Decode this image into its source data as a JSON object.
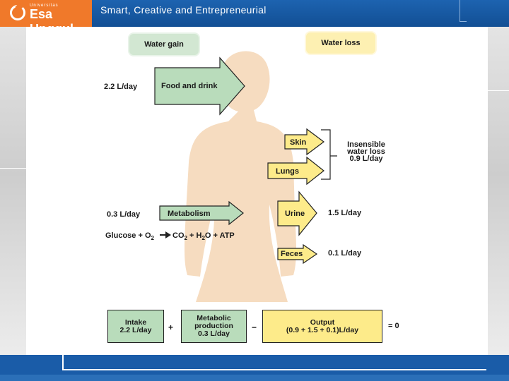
{
  "header": {
    "logo_small": "Universitas",
    "logo": "Esa Unggul",
    "tagline": "Smart, Creative and Entrepreneurial"
  },
  "diagram": {
    "water_gain": "Water gain",
    "water_loss": "Water loss",
    "food_rate": "2.2 L/day",
    "food_drink": "Food and drink",
    "skin": "Skin",
    "lungs": "Lungs",
    "insensible": [
      "Insensible",
      "water loss",
      "0.9 L/day"
    ],
    "metabolism_rate": "0.3 L/day",
    "metabolism": "Metabolism",
    "reaction": {
      "glucose": "Glucose + O",
      "sub2": "2",
      "co": "CO",
      "h": " + H",
      "o_atp": "O + ATP"
    },
    "urine": "Urine",
    "urine_rate": "1.5 L/day",
    "feces": "Feces",
    "feces_rate": "0.1 L/day",
    "equation": {
      "intake": [
        "Intake",
        "2.2 L/day"
      ],
      "plus": "+",
      "metabolic": [
        "Metabolic",
        "production",
        "0.3 L/day"
      ],
      "minus": "−",
      "output": [
        "Output",
        "(0.9 + 1.5 + 0.1)L/day"
      ],
      "result": "= 0"
    }
  },
  "colors": {
    "header_blue": "#1a5ca8",
    "logo_orange": "#f0792a",
    "green_arrow": "#b9dcbb",
    "yellow_arrow": "#fdeb8a",
    "body_silhouette": "#f6dcc0"
  }
}
